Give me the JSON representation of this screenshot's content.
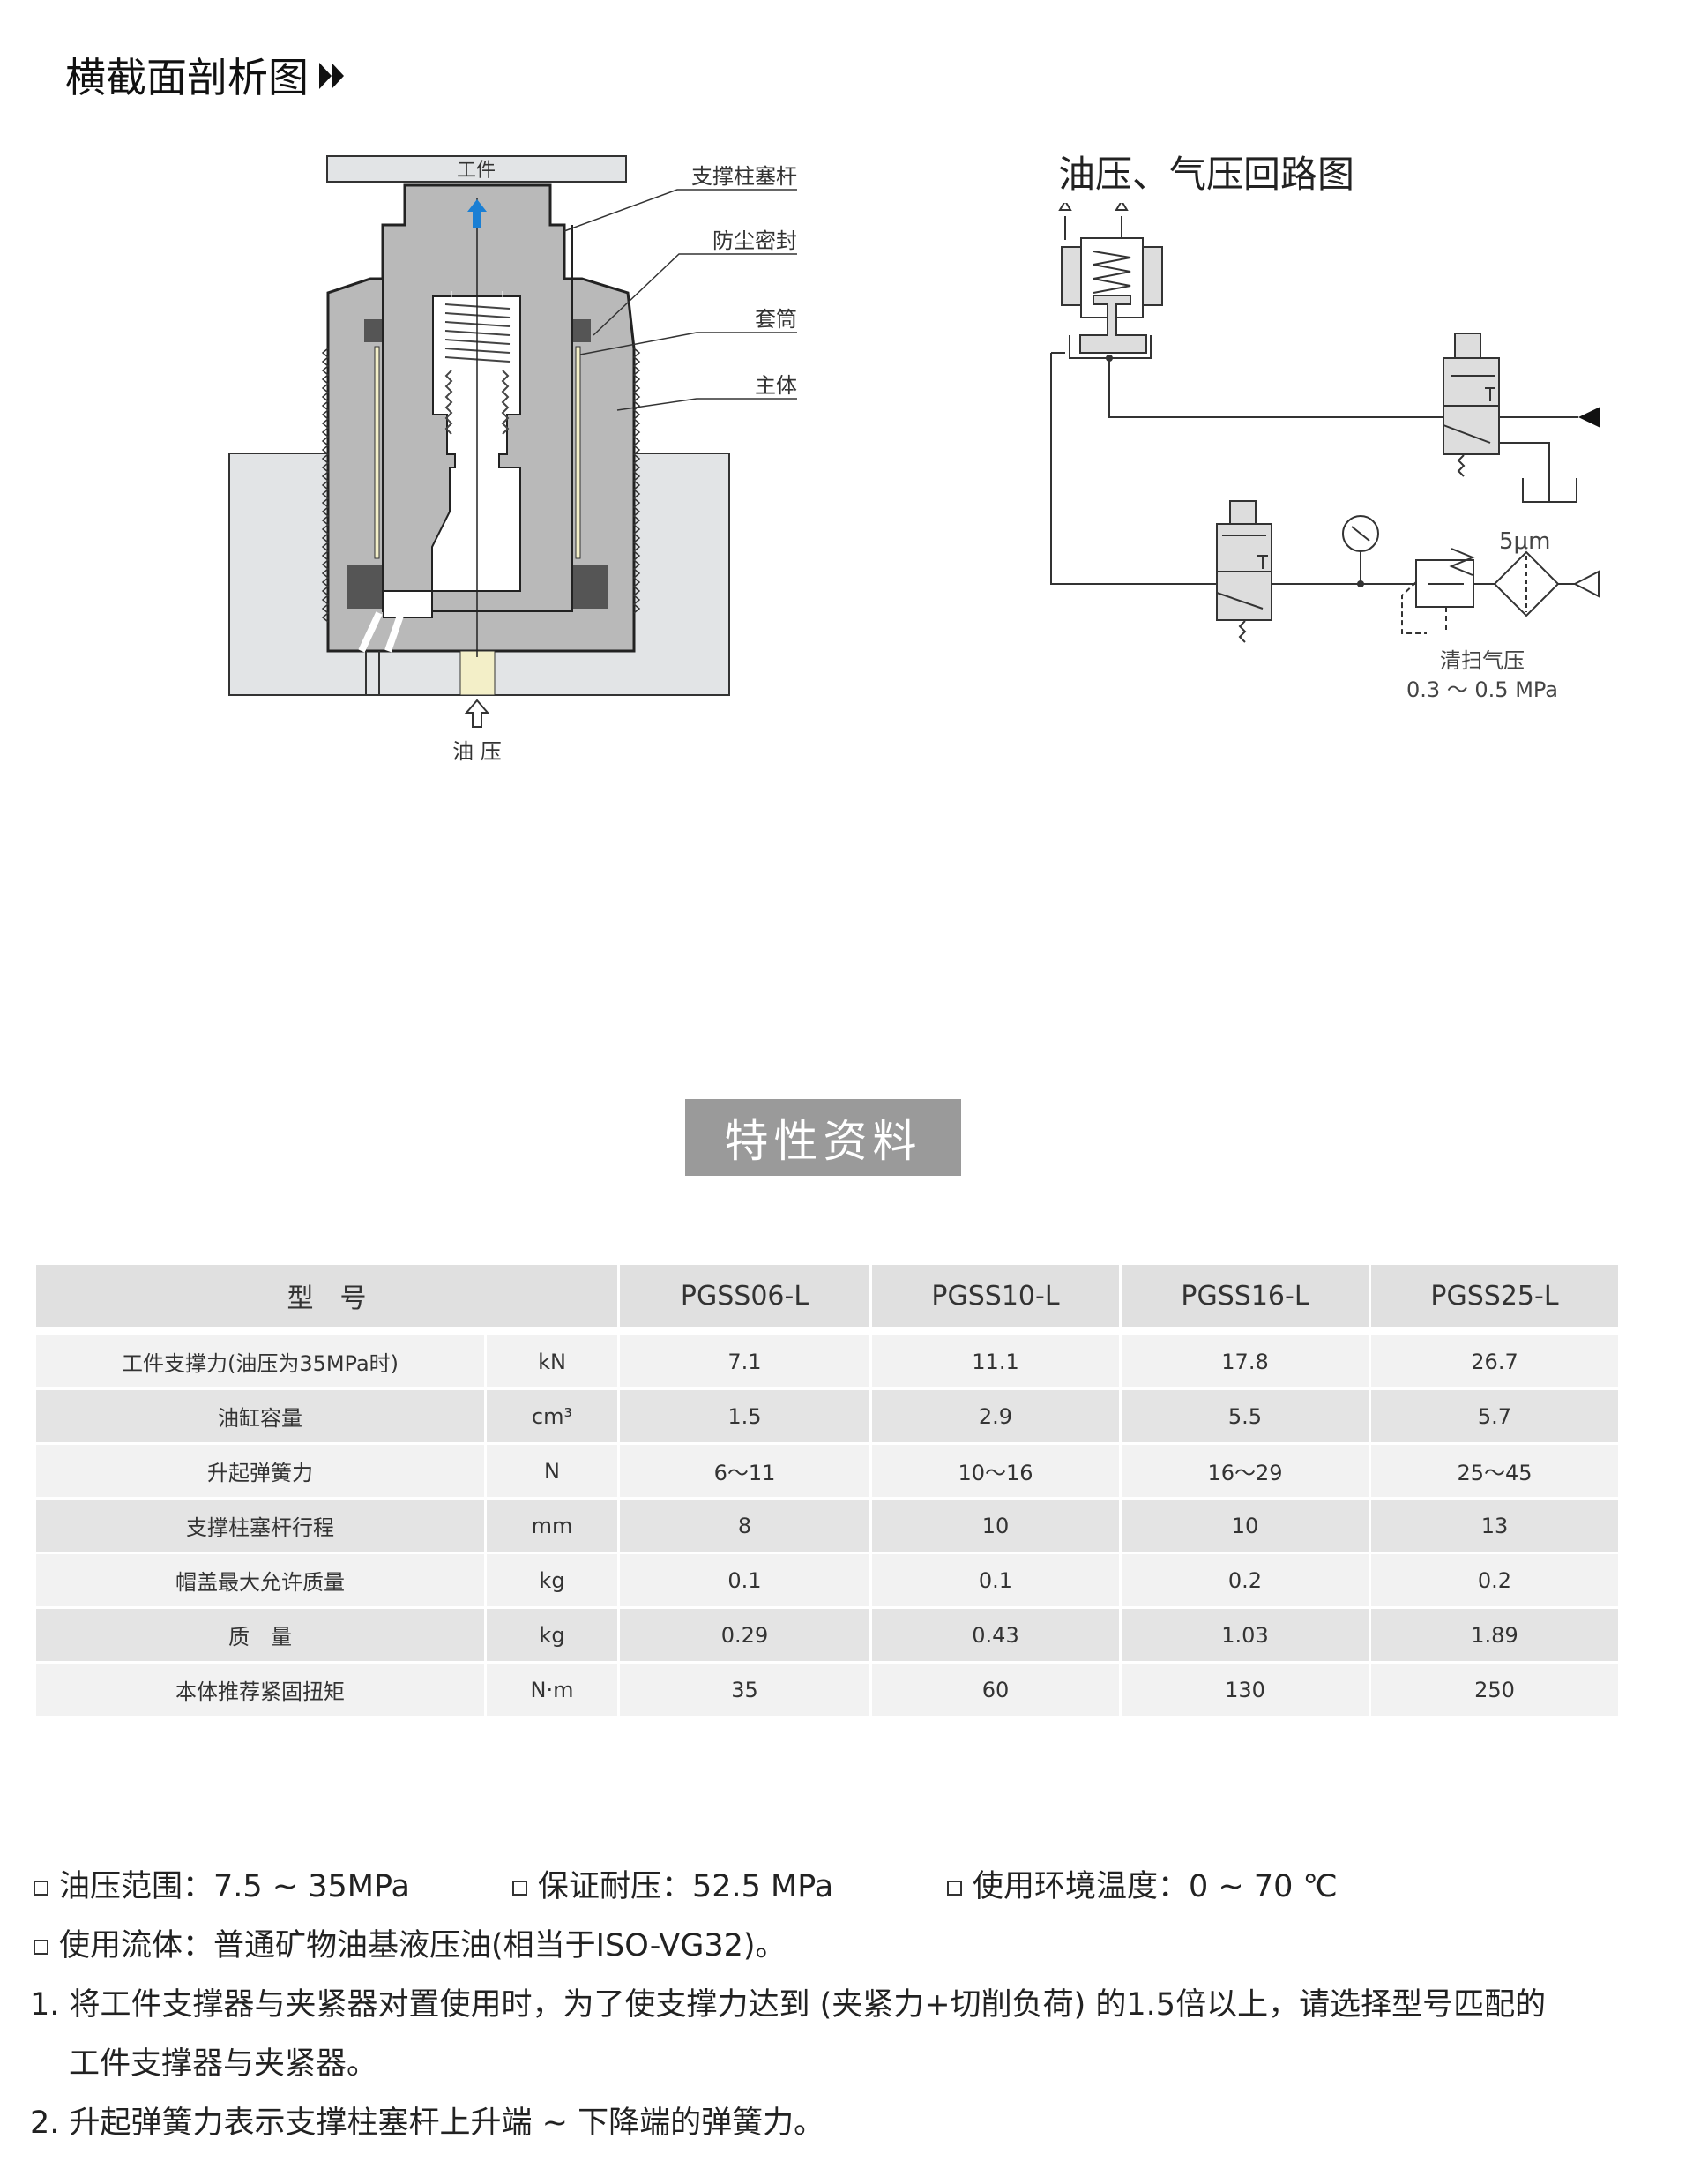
{
  "section_title": "横截面剖析图",
  "cross_section": {
    "workpiece_label": "工件",
    "labels": [
      "支撑柱塞杆",
      "防尘密封",
      "套筒",
      "主体"
    ],
    "oil_label": "油 压"
  },
  "circuit": {
    "title": "油压、气压回路图",
    "filter_label": "5μm",
    "purge_label": "清扫气压",
    "purge_range": "0.3 ～ 0.5 MPa"
  },
  "spec_title": "特性资料",
  "table": {
    "model_header": "型　号",
    "models": [
      "PGSS06-L",
      "PGSS10-L",
      "PGSS16-L",
      "PGSS25-L"
    ],
    "rows": [
      {
        "name": "工件支撑力(油压为35MPa时)",
        "unit": "kN",
        "values": [
          "7.1",
          "11.1",
          "17.8",
          "26.7"
        ]
      },
      {
        "name": "油缸容量",
        "unit": "cm³",
        "values": [
          "1.5",
          "2.9",
          "5.5",
          "5.7"
        ]
      },
      {
        "name": "升起弹簧力",
        "unit": "N",
        "values": [
          "6～11",
          "10～16",
          "16～29",
          "25～45"
        ]
      },
      {
        "name": "支撑柱塞杆行程",
        "unit": "mm",
        "values": [
          "8",
          "10",
          "10",
          "13"
        ]
      },
      {
        "name": "帽盖最大允许质量",
        "unit": "kg",
        "values": [
          "0.1",
          "0.1",
          "0.2",
          "0.2"
        ]
      },
      {
        "name": "质　量",
        "unit": "kg",
        "values": [
          "0.29",
          "0.43",
          "1.03",
          "1.89"
        ]
      },
      {
        "name": "本体推荐紧固扭矩",
        "unit": "N·m",
        "values": [
          "35",
          "60",
          "130",
          "250"
        ]
      }
    ]
  },
  "notes": {
    "pressure_range": "油压范围：7.5 ~ 35MPa",
    "proof_pressure": "保证耐压：52.5 MPa",
    "temperature": "使用环境温度：0 ~ 70 ℃",
    "fluid": "使用流体：普通矿物油基液压油(相当于ISO-VG32)。",
    "note1_line1": "1. 将工件支撑器与夹紧器对置使用时，为了使支撑力达到 (夹紧力+切削负荷) 的1.5倍以上，请选择型号匹配的",
    "note1_line2": "工件支撑器与夹紧器。",
    "note2": "2. 升起弹簧力表示支撑柱塞杆上升端 ~ 下降端的弹簧力。"
  },
  "colors": {
    "arrow_blue": "#1a7fd4",
    "oil_yellow": "#f3efc8",
    "body_gray": "#b9b9b9",
    "spec_box": "#9a9a9a"
  }
}
